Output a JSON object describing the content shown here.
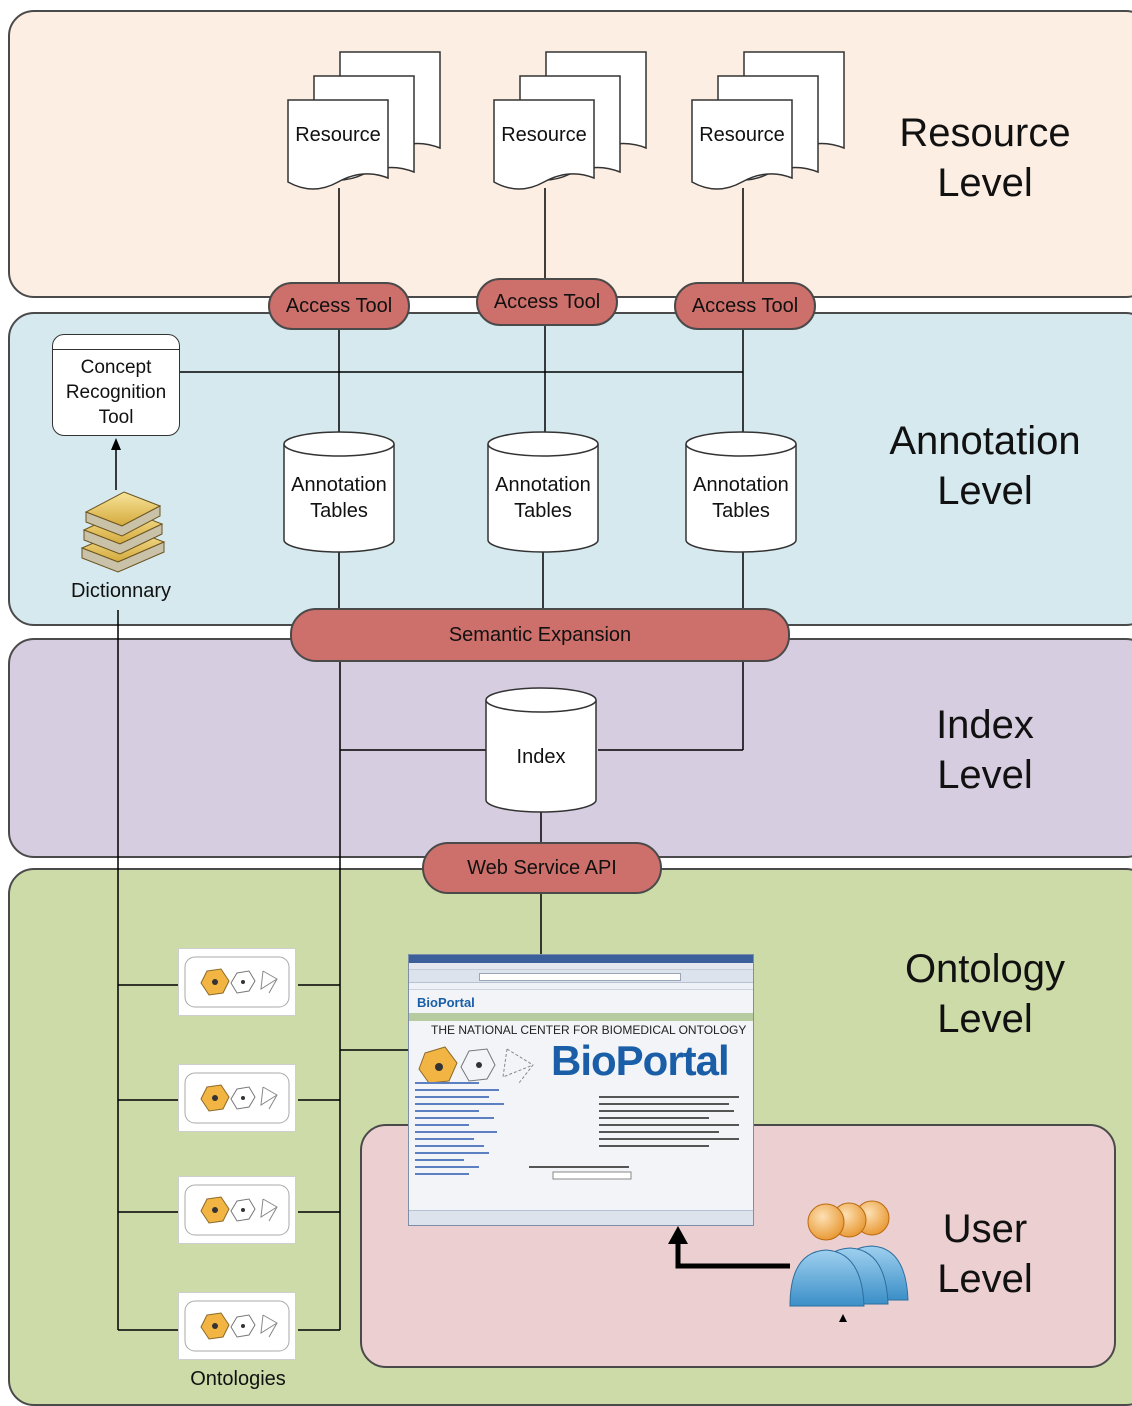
{
  "levels": {
    "resource": [
      "Resource",
      "Level"
    ],
    "annotation": [
      "Annotation",
      "Level"
    ],
    "index": [
      "Index",
      "Level"
    ],
    "ontology": [
      "Ontology",
      "Level"
    ],
    "user": [
      "User",
      "Level"
    ]
  },
  "resources": [
    "Resource",
    "Resource",
    "Resource"
  ],
  "access_tools": [
    "Access Tool",
    "Access Tool",
    "Access Tool"
  ],
  "concept_tool": [
    "Concept",
    "Recognition",
    "Tool"
  ],
  "annotation_tables": [
    [
      "Annotation",
      "Tables"
    ],
    [
      "Annotation",
      "Tables"
    ],
    [
      "Annotation",
      "Tables"
    ]
  ],
  "dictionary_label": "Dictionnary",
  "semantic_expansion": "Semantic Expansion",
  "index_label": "Index",
  "web_service": "Web Service API",
  "ontologies_label": "Ontologies",
  "bioportal": {
    "banner": "THE NATIONAL CENTER FOR BIOMEDICAL ONTOLOGY",
    "logo": "BioPortal",
    "small_logo": "BioPortal"
  },
  "colors": {
    "resource_band": "#fdeee3",
    "annotation_band": "#d5e9ef",
    "index_band": "#d7cde0",
    "ontology_band": "#cddba9",
    "user_band": "#eccfd0",
    "pill": "#cd6f6a",
    "bioportal_blue": "#1a5ea8"
  }
}
